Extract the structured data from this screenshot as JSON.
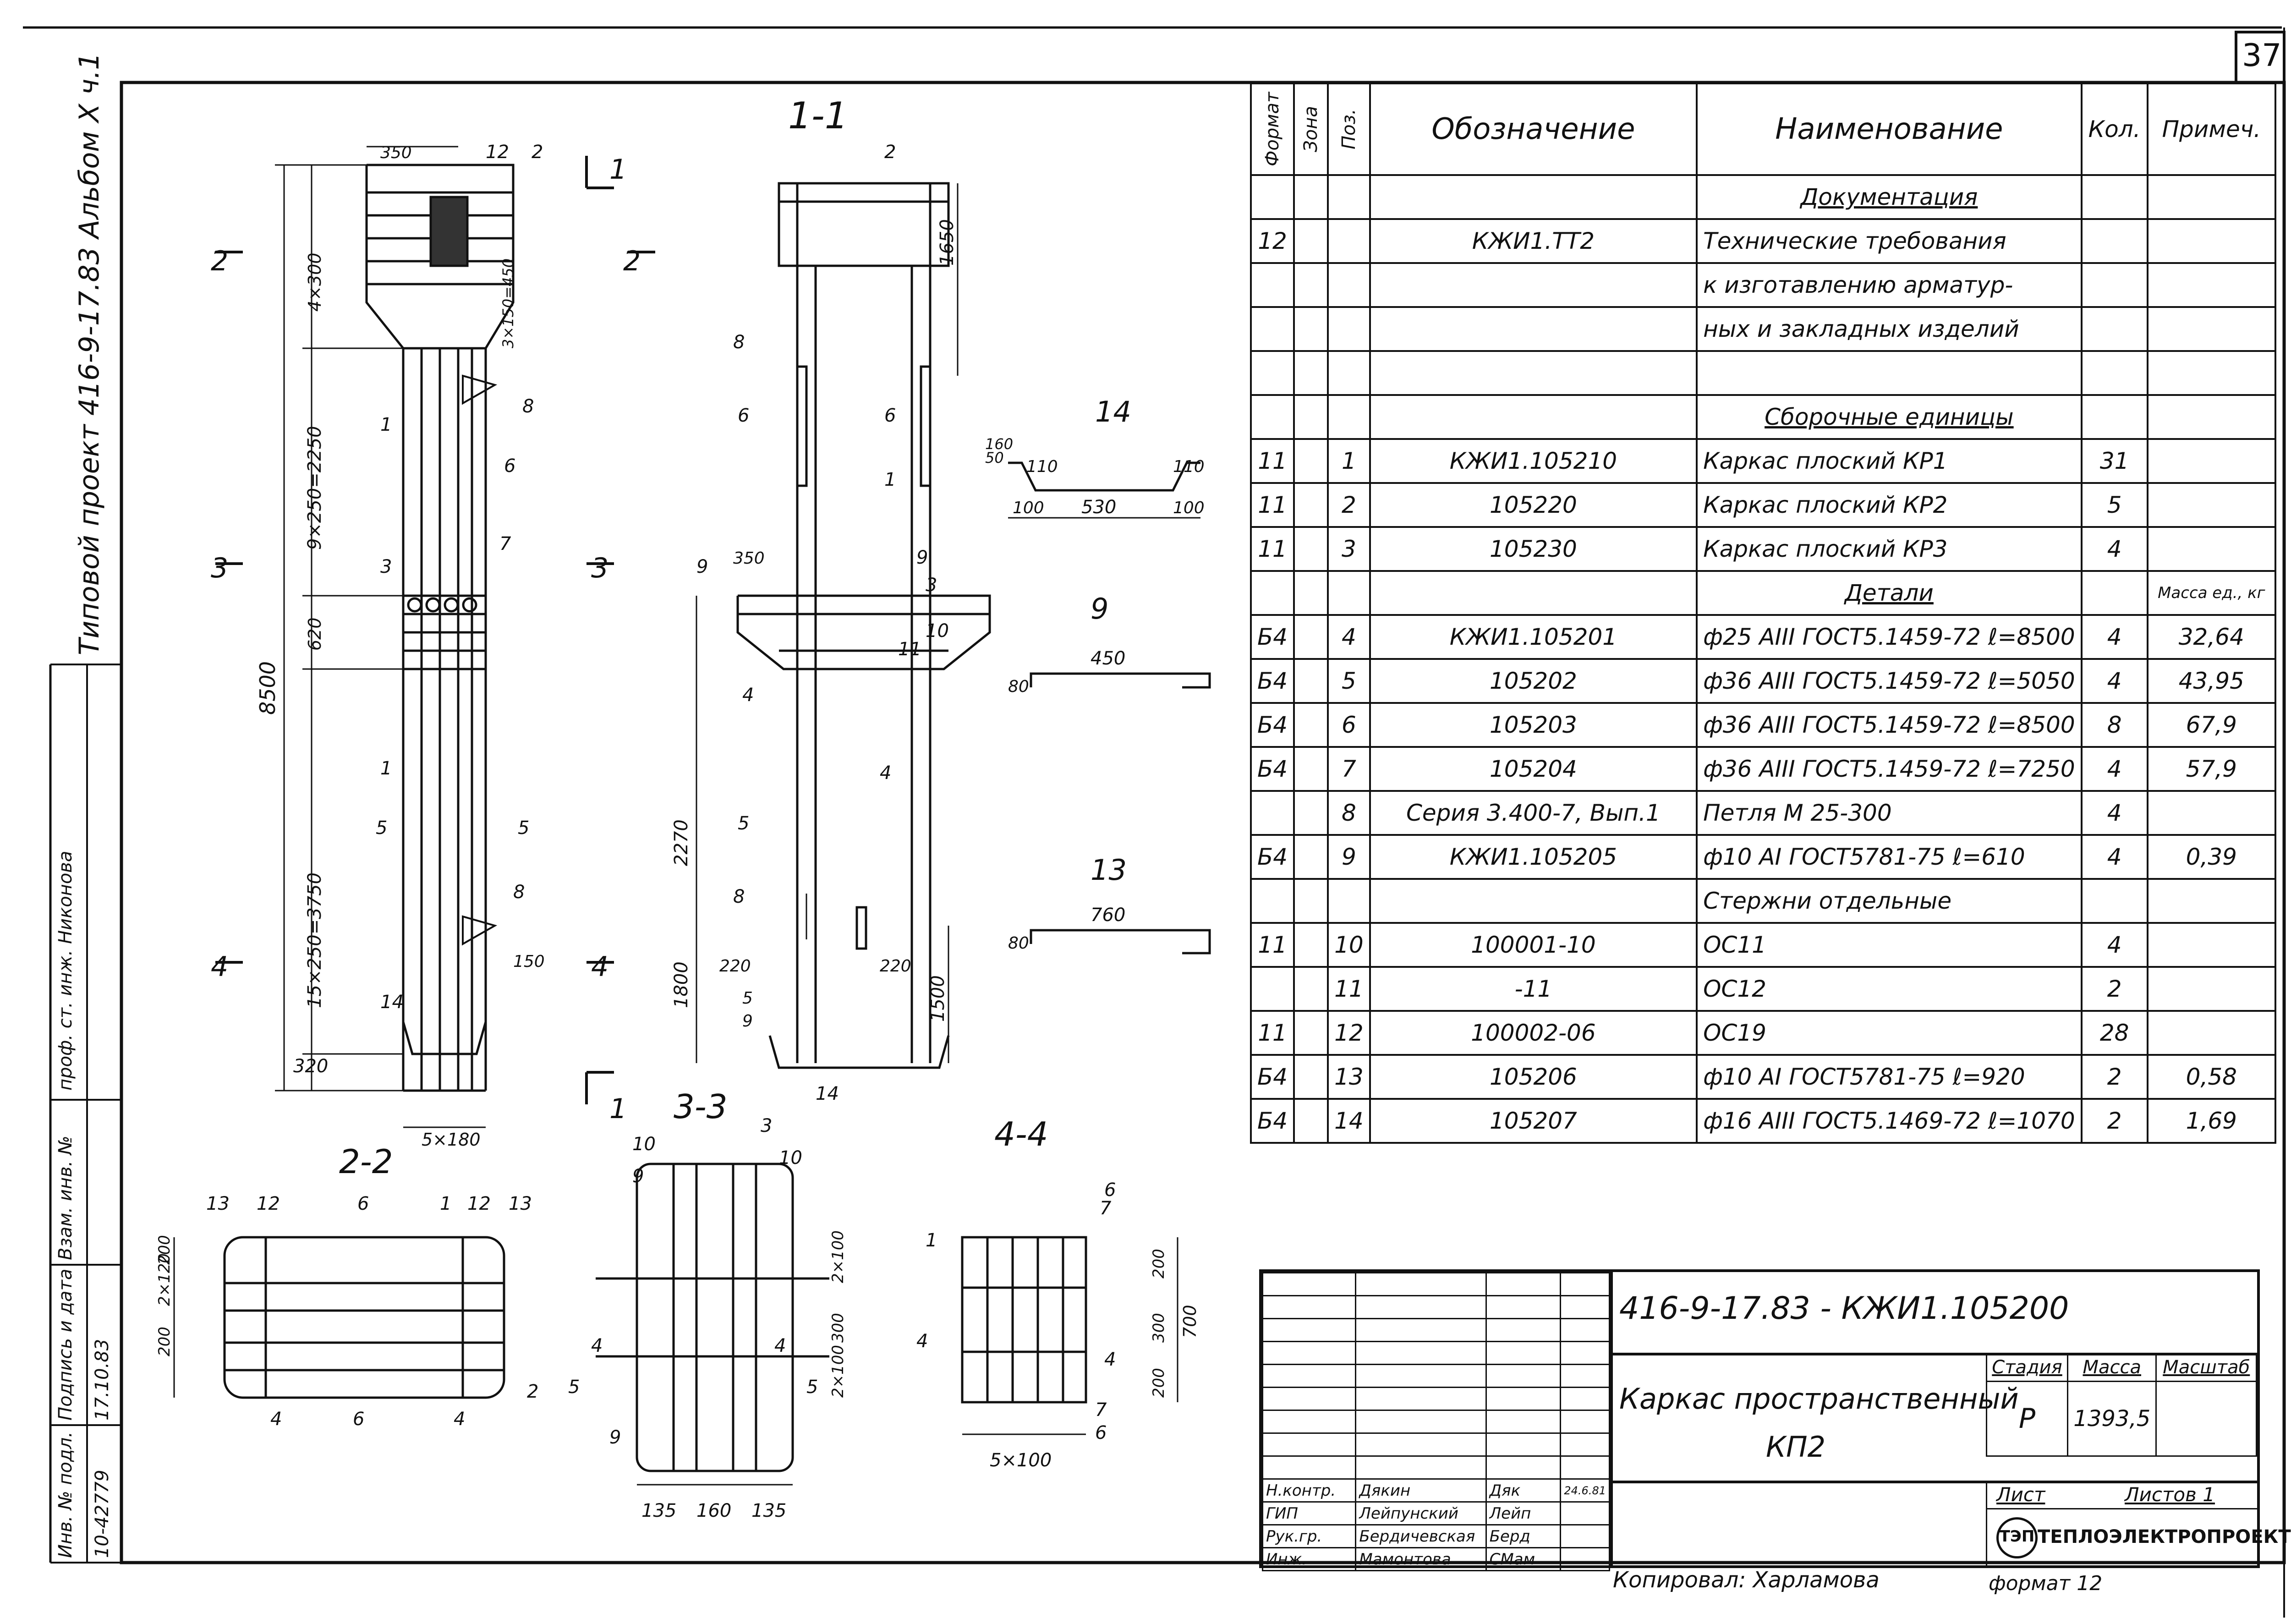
{
  "sheet": {
    "page_number": "37",
    "album_text": "Типовой проект 416-9-17.83 Альбом X ч.1",
    "margin_labels": [
      "Инв. № подл.",
      "Подпись и дата",
      "Взам. инв. №"
    ],
    "margin_values": [
      "10-42779",
      "17.10.83"
    ],
    "margin_side": "проф. ст. инж. Никонова"
  },
  "drawing_labels": {
    "section_1_1": "1-1",
    "section_2_2": "2-2",
    "section_3_3": "3-3",
    "section_4_4": "4-4",
    "detail_14": "14",
    "detail_9": "9",
    "detail_13": "13",
    "dim_350_top": "350",
    "dim_350_mid": "350",
    "dim_4x300": "4×300",
    "dim_3x150": "3×150=450",
    "dim_9x250": "9×250=2250",
    "dim_620": "620",
    "dim_8500": "8500",
    "dim_15x250": "15×250=3750",
    "dim_320": "320",
    "dim_5x180": "5×180",
    "dim_150": "150",
    "dim_1650": "1650",
    "dim_2270": "2270",
    "dim_1800": "1800",
    "dim_1500": "1500",
    "dim_220_a": "220",
    "dim_220_b": "220",
    "dim_530": "530",
    "dim_100a": "100",
    "dim_100b": "100",
    "dim_110a": "110",
    "dim_110b": "110",
    "dim_50": "50",
    "dim_160": "160",
    "dim_450": "450",
    "dim_80a": "80",
    "dim_760": "760",
    "dim_80b": "80",
    "dim_200a": "200",
    "dim_2x120": "2×120",
    "dim_200b": "200",
    "dim_2x100a": "2×100",
    "dim_300": "300",
    "dim_2x100b": "2×100",
    "dim_135a": "135",
    "dim_160b": "160",
    "dim_135b": "135",
    "dim_200c": "200",
    "dim_300b": "300",
    "dim_700": "700",
    "dim_200d": "200",
    "dim_5x100": "5×100",
    "pos": [
      "1",
      "2",
      "3",
      "4",
      "5",
      "6",
      "7",
      "8",
      "9",
      "10",
      "11",
      "12",
      "13",
      "14"
    ],
    "cut_1": "1",
    "cut_2": "2",
    "cut_3": "3",
    "cut_4": "4"
  },
  "spec": {
    "headers": {
      "format": "Формат",
      "zone": "Зона",
      "pos": "Поз.",
      "designation": "Обозначение",
      "name": "Наименование",
      "qty": "Кол.",
      "note": "Примеч."
    },
    "rows": [
      {
        "format": "",
        "zone": "",
        "pos": "",
        "designation": "",
        "name": "Документация",
        "qty": "",
        "note": "",
        "section": true
      },
      {
        "format": "12",
        "zone": "",
        "pos": "",
        "designation": "КЖИ1.ТТ2",
        "name": "Технические требования",
        "qty": "",
        "note": ""
      },
      {
        "format": "",
        "zone": "",
        "pos": "",
        "designation": "",
        "name": "к изготавлению арматур-",
        "qty": "",
        "note": ""
      },
      {
        "format": "",
        "zone": "",
        "pos": "",
        "designation": "",
        "name": "ных и закладных изделий",
        "qty": "",
        "note": ""
      },
      {
        "format": "",
        "zone": "",
        "pos": "",
        "designation": "",
        "name": "",
        "qty": "",
        "note": ""
      },
      {
        "format": "",
        "zone": "",
        "pos": "",
        "designation": "",
        "name": "Сборочные единицы",
        "qty": "",
        "note": "",
        "section": true
      },
      {
        "format": "11",
        "zone": "",
        "pos": "1",
        "designation": "КЖИ1.105210",
        "name": "Каркас плоский КР1",
        "qty": "31",
        "note": ""
      },
      {
        "format": "11",
        "zone": "",
        "pos": "2",
        "designation": "105220",
        "name": "Каркас плоский КР2",
        "qty": "5",
        "note": ""
      },
      {
        "format": "11",
        "zone": "",
        "pos": "3",
        "designation": "105230",
        "name": "Каркас плоский КР3",
        "qty": "4",
        "note": ""
      },
      {
        "format": "",
        "zone": "",
        "pos": "",
        "designation": "",
        "name": "Детали",
        "qty": "",
        "note": "Масса ед., кг",
        "section": true
      },
      {
        "format": "Б4",
        "zone": "",
        "pos": "4",
        "designation": "КЖИ1.105201",
        "name": "ф25 AIII ГОСТ5.1459-72 ℓ=8500",
        "qty": "4",
        "note": "32,64"
      },
      {
        "format": "Б4",
        "zone": "",
        "pos": "5",
        "designation": "105202",
        "name": "ф36 AIII ГОСТ5.1459-72 ℓ=5050",
        "qty": "4",
        "note": "43,95"
      },
      {
        "format": "Б4",
        "zone": "",
        "pos": "6",
        "designation": "105203",
        "name": "ф36 AIII ГОСТ5.1459-72 ℓ=8500",
        "qty": "8",
        "note": "67,9"
      },
      {
        "format": "Б4",
        "zone": "",
        "pos": "7",
        "designation": "105204",
        "name": "ф36 AIII ГОСТ5.1459-72 ℓ=7250",
        "qty": "4",
        "note": "57,9"
      },
      {
        "format": "",
        "zone": "",
        "pos": "8",
        "designation": "Серия 3.400-7, Вып.1",
        "name": "Петля М 25-300",
        "qty": "4",
        "note": ""
      },
      {
        "format": "Б4",
        "zone": "",
        "pos": "9",
        "designation": "КЖИ1.105205",
        "name": "ф10 AI ГОСТ5781-75 ℓ=610",
        "qty": "4",
        "note": "0,39"
      },
      {
        "format": "",
        "zone": "",
        "pos": "",
        "designation": "",
        "name": "Стержни отдельные",
        "qty": "",
        "note": ""
      },
      {
        "format": "11",
        "zone": "",
        "pos": "10",
        "designation": "100001-10",
        "name": "ОС11",
        "qty": "4",
        "note": ""
      },
      {
        "format": "",
        "zone": "",
        "pos": "11",
        "designation": "-11",
        "name": "ОС12",
        "qty": "2",
        "note": ""
      },
      {
        "format": "11",
        "zone": "",
        "pos": "12",
        "designation": "100002-06",
        "name": "ОС19",
        "qty": "28",
        "note": ""
      },
      {
        "format": "Б4",
        "zone": "",
        "pos": "13",
        "designation": "105206",
        "name": "ф10 AI ГОСТ5781-75 ℓ=920",
        "qty": "2",
        "note": "0,58"
      },
      {
        "format": "Б4",
        "zone": "",
        "pos": "14",
        "designation": "105207",
        "name": "ф16 AIII ГОСТ5.1469-72 ℓ=1070",
        "qty": "2",
        "note": "1,69"
      }
    ]
  },
  "title_block": {
    "code": "416-9-17.83 - КЖИ1.105200",
    "title_line1": "Каркас пространственный",
    "title_line2": "КП2",
    "stage_header": [
      "Стадия",
      "Масса",
      "Масштаб"
    ],
    "stage_values": [
      "Р",
      "1393,5",
      ""
    ],
    "sheet_label": "Лист",
    "sheets_label": "Листов 1",
    "org": "ТЕПЛОЭЛЕКТРОПРОЕКТ",
    "signers": [
      {
        "role": "Н.контр.",
        "name": "Дякин",
        "sign": "Дяк",
        "date": "24.6.81"
      },
      {
        "role": "ГИП",
        "name": "Лейпунский",
        "sign": "Лейп",
        "date": ""
      },
      {
        "role": "Рук.гр.",
        "name": "Бердичевская",
        "sign": "Берд",
        "date": ""
      },
      {
        "role": "Инж.",
        "name": "Мамонтова",
        "sign": "СМам",
        "date": ""
      }
    ],
    "copied_by": "Копировал: Харламова",
    "format_note": "формат 12"
  }
}
